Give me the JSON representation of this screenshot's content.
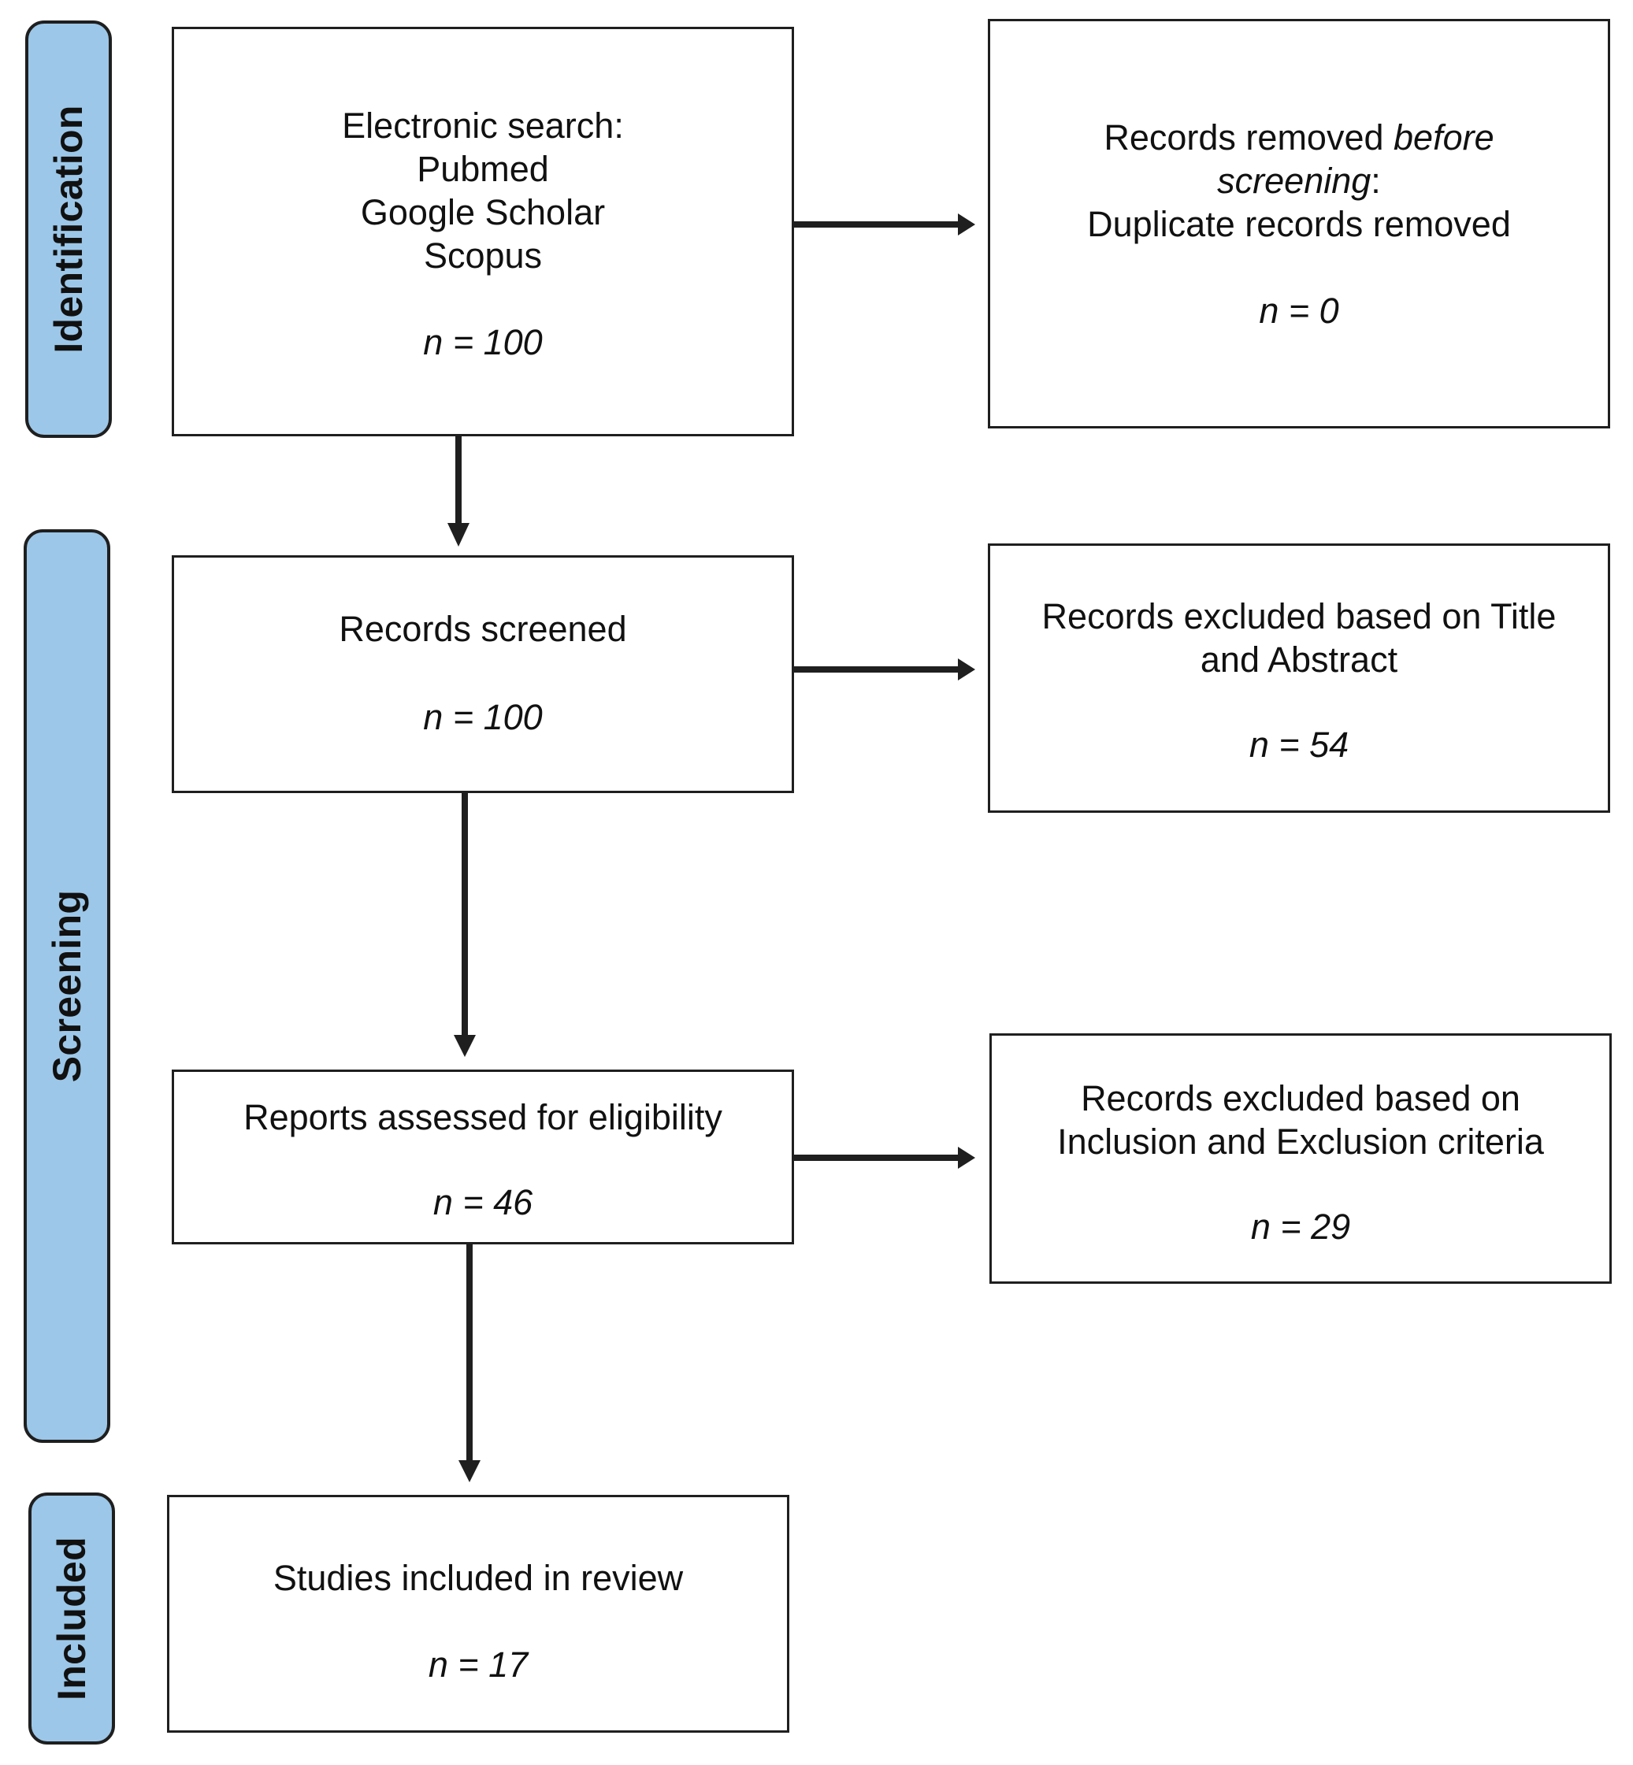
{
  "phases": {
    "identification": "Identification",
    "screening": "Screening",
    "included": "Included"
  },
  "boxes": {
    "electronic_search": {
      "lines": [
        "Electronic search:",
        "Pubmed",
        "Google Scholar",
        "Scopus"
      ],
      "count": "n = 100"
    },
    "records_removed": {
      "line1_prefix": "Records removed ",
      "line1_italic": "before",
      "line2_italic": "screening",
      "line2_suffix": ":",
      "line3": "Duplicate records removed",
      "count": "n = 0"
    },
    "records_screened": {
      "lines": [
        "Records screened"
      ],
      "count": "n = 100"
    },
    "excluded_title_abstract": {
      "lines": [
        "Records excluded based on Title",
        "and Abstract"
      ],
      "count": "n = 54"
    },
    "reports_assessed": {
      "lines": [
        "Reports assessed for eligibility"
      ],
      "count": "n = 46"
    },
    "excluded_criteria": {
      "lines": [
        "Records excluded based on",
        "Inclusion and Exclusion criteria"
      ],
      "count": "n = 29"
    },
    "studies_included": {
      "lines": [
        "Studies included in review"
      ],
      "count": "n = 17"
    }
  },
  "colors": {
    "phase_fill": "#9cc7e8",
    "stroke": "#1f1f1f",
    "box_fill": "#ffffff"
  }
}
